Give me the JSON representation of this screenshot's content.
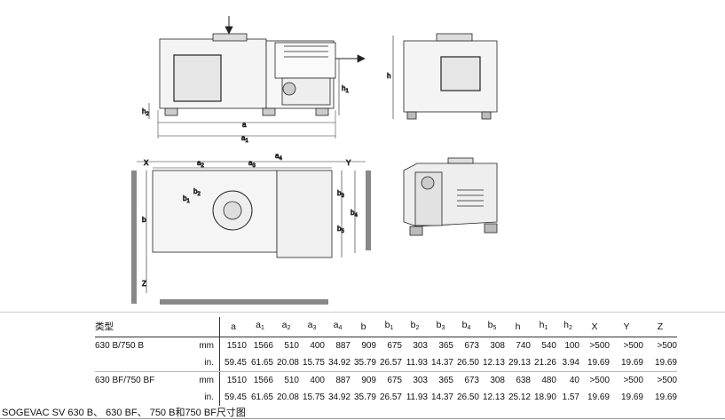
{
  "drawing_labels": {
    "a": "a",
    "a1": "a1",
    "a2": "a2",
    "a3": "a3",
    "a4": "a4",
    "b": "b",
    "b1": "b1",
    "b2": "b2",
    "b3": "b3",
    "b4": "b4",
    "b5": "b5",
    "h": "h",
    "h1": "h1",
    "h2": "h2",
    "x": "X",
    "y": "Y",
    "z": "Z"
  },
  "table": {
    "header": {
      "type_label": "类型",
      "columns": [
        "a",
        "a1",
        "a2",
        "a3",
        "a4",
        "b",
        "b1",
        "b2",
        "b3",
        "b4",
        "b5",
        "h",
        "h1",
        "h2",
        "X",
        "Y",
        "Z"
      ]
    },
    "rows": [
      {
        "model": "630 B/750 B",
        "unit": "mm",
        "values": [
          "1510",
          "1566",
          "510",
          "400",
          "887",
          "909",
          "675",
          "303",
          "365",
          "673",
          "308",
          "740",
          "540",
          "100",
          ">500",
          ">500",
          ">500"
        ]
      },
      {
        "model": "",
        "unit": "in.",
        "values": [
          "59.45",
          "61.65",
          "20.08",
          "15.75",
          "34.92",
          "35.79",
          "26.57",
          "11.93",
          "14.37",
          "26.50",
          "12.13",
          "29.13",
          "21.26",
          "3.94",
          "19.69",
          "19.69",
          "19.69"
        ]
      },
      {
        "model": "630 BF/750 BF",
        "unit": "mm",
        "values": [
          "1510",
          "1566",
          "510",
          "400",
          "887",
          "909",
          "675",
          "303",
          "365",
          "673",
          "308",
          "638",
          "480",
          "40",
          ">500",
          ">500",
          ">500"
        ]
      },
      {
        "model": "",
        "unit": "in.",
        "values": [
          "59.45",
          "61.65",
          "20.08",
          "15.75",
          "34.92",
          "35.79",
          "26.57",
          "11.93",
          "14.37",
          "26.50",
          "12.13",
          "25.12",
          "18.90",
          "1.57",
          "19.69",
          "19.69",
          "19.69"
        ]
      }
    ]
  },
  "caption": "SOGEVAC SV 630 B、 630 BF、 750 B和750 BF尺寸图"
}
